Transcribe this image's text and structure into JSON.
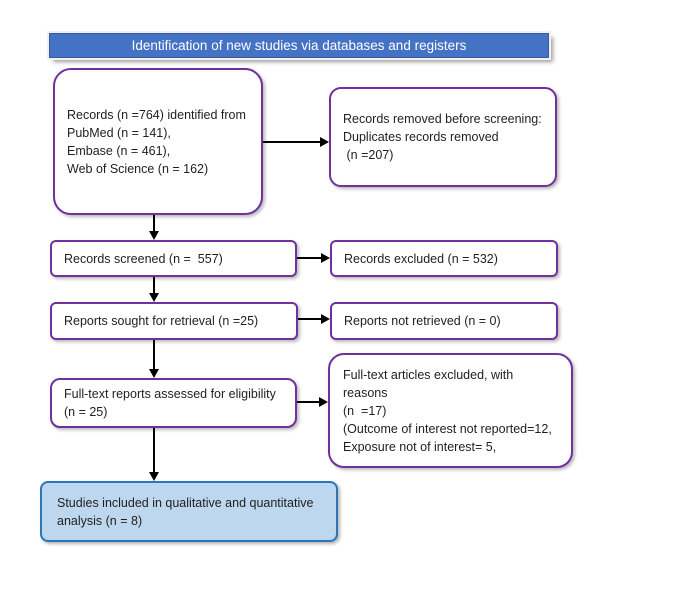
{
  "title": "Identification of new studies via databases and registers",
  "boxes": {
    "identified": "Records (n =764) identified from\nPubMed (n = 141),\nEmbase (n = 461),\nWeb of Science (n = 162)",
    "removed": "Records removed before screening:\nDuplicates records removed\n (n =207)",
    "screened": "Records screened (n =  557)",
    "excluded": "Records excluded (n = 532)",
    "sought": "Reports sought for retrieval (n =25)",
    "not_retrieved": "Reports not retrieved (n = 0)",
    "assessed": "Full-text reports assessed for eligibility\n(n = 25)",
    "fulltext_excluded": "Full-text articles excluded, with reasons\n(n  =17)\n(Outcome of interest not reported=12,\nExposure not of interest= 5,",
    "included": "Studies included in qualitative and quantitative\nanalysis (n = 8)"
  },
  "colors": {
    "banner_fill": "#4472C4",
    "banner_text": "#FFFFFF",
    "box_border_purple": "#7030A0",
    "box_fill": "#FFFFFF",
    "included_fill": "#BDD7EE",
    "included_border": "#2E75B6",
    "arrow": "#000000",
    "text": "#1F1F1F"
  }
}
